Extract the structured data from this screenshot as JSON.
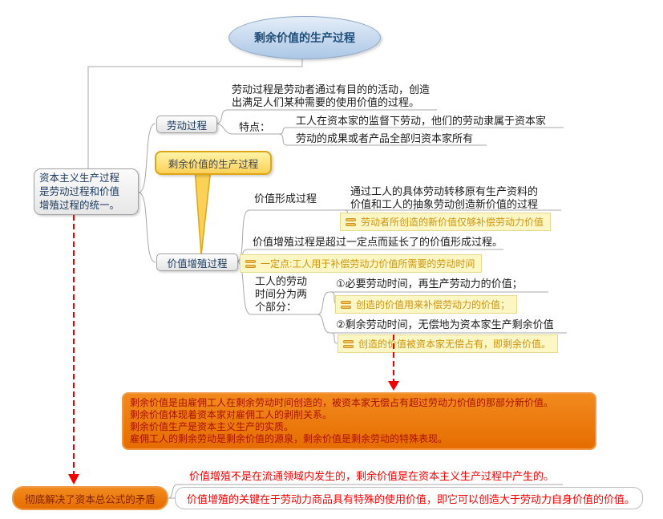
{
  "root": {
    "label": "剩余价值的生产过程"
  },
  "premise": {
    "line1": "资本主义生产过程",
    "line2": "是劳动过程和价值",
    "line3": "增殖过程的统一。"
  },
  "labor": {
    "node": "劳动过程",
    "definition_line1": "劳动过程是劳动者通过有目的的活动，创造",
    "definition_line2": "出满足人们某种需要的使用价值的过程。",
    "features_label": "特点：",
    "feature1": "工人在资本家的监督下劳动，他们的劳动隶属于资本家",
    "feature2": "劳动的成果或者产品全部归资本家所有"
  },
  "callout": {
    "label": "剩余价值的生产过程"
  },
  "valorization": {
    "node": "价值增殖过程",
    "formation_label": "价值形成过程",
    "formation_def1": "通过工人的具体劳动转移原有生产资料的",
    "formation_def2": "价值和工人的抽象劳动创造新价值的过程",
    "formation_note": "劳动者所创造的新价值仅够补偿劳动力价值",
    "definition": "价值增殖过程是超过一定点而延长了的价值形成过程。",
    "point_note": "一定点:工人用于补偿劳动力价值所需要的劳动时间",
    "time_line1": "工人的劳动",
    "time_line2": "时间分为两",
    "time_line3": "个部分：",
    "necessary": "①必要劳动时间，再生产劳动力的价值；",
    "necessary_note": "创造的价值用来补偿劳动力的价值；",
    "surplus": "②剩余劳动时间，无偿地为资本家生产剩余价值",
    "surplus_note": "创造的价值被资本家无偿占有，即剩余价值。"
  },
  "summary": {
    "line1": "剩余价值是由雇佣工人在剩余劳动时间创造的，被资本家无偿占有超过劳动力价值的那部分新价值。",
    "line2": "剩余价值体现着资本家对雇佣工人的剥削关系。",
    "line3": "剩余价值生产是资本主义生产的实质。",
    "line4": "雇佣工人的剩余劳动是剩余价值的源泉，剩余价值是剩余劳动的特殊表现。"
  },
  "conclusion": {
    "node": "彻底解决了资本总公式的矛盾",
    "point1": "价值增殖不是在流通领域内发生的，剩余价值是在资本主义生产过程中产生的。",
    "point2": "价值增殖的关键在于劳动力商品具有特殊的使用价值，即它可以创造大于劳动力自身价值的价值。"
  },
  "colors": {
    "node_text": "#17375e",
    "branch_line": "#a8a8a8",
    "note_bg": "#fdf7c5",
    "note_text": "#cf9410",
    "callout_border": "#dfa513",
    "orange_box": "#e87310",
    "summary_text": "#ad1000",
    "emphasis_red": "#ff0000"
  }
}
